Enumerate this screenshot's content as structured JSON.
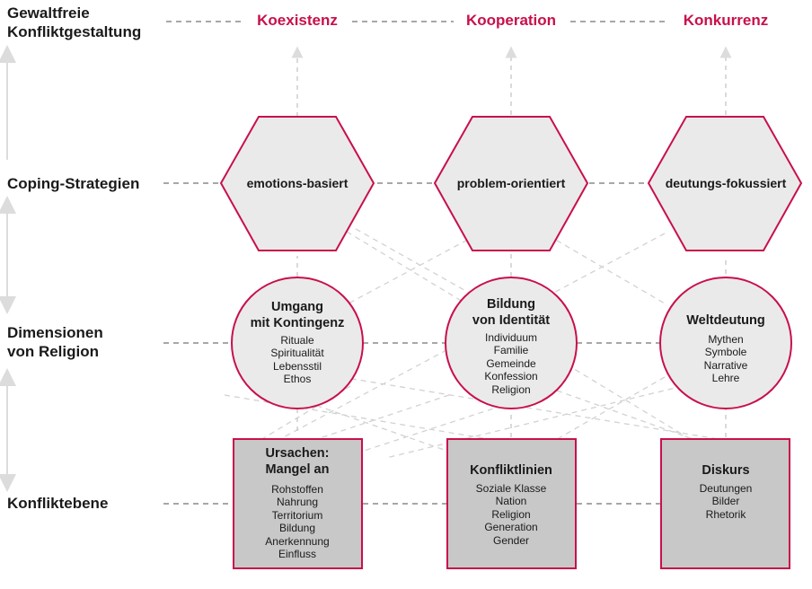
{
  "levels": {
    "goal": "Gewaltfreie\nKonfliktgestaltung",
    "coping": "Coping-Strategien",
    "religion": "Dimensionen\nvon Religion",
    "conflict": "Konfliktebene"
  },
  "goals": [
    "Koexistenz",
    "Kooperation",
    "Konkurrenz"
  ],
  "strategies": [
    "emotions-basiert",
    "problem-orientiert",
    "deutungs-fokussiert"
  ],
  "dimensions": [
    {
      "title": "Umgang\nmit Kontingenz",
      "items": [
        "Rituale",
        "Spiritualität",
        "Lebensstil",
        "Ethos"
      ]
    },
    {
      "title": "Bildung\nvon Identität",
      "items": [
        "Individuum",
        "Familie",
        "Gemeinde",
        "Konfession",
        "Religion"
      ]
    },
    {
      "title": "Weltdeutung",
      "items": [
        "Mythen",
        "Symbole",
        "Narrative",
        "Lehre"
      ]
    }
  ],
  "conflicts": [
    {
      "title": "Ursachen:\nMangel an",
      "items": [
        "Rohstoffen",
        "Nahrung",
        "Territorium",
        "Bildung",
        "Anerkennung",
        "Einfluss"
      ]
    },
    {
      "title": "Konfliktlinien",
      "items": [
        "Soziale Klasse",
        "Nation",
        "Religion",
        "Generation",
        "Gender"
      ]
    },
    {
      "title": "Diskurs",
      "items": [
        "Deutungen",
        "Bilder",
        "Rhetorik"
      ]
    }
  ],
  "colors": {
    "accent": "#c8104a",
    "fill": "#eaeaea",
    "box_fill": "#c8c8c8",
    "dash": "#8a8a8a",
    "arrow": "#dcdcdc"
  }
}
